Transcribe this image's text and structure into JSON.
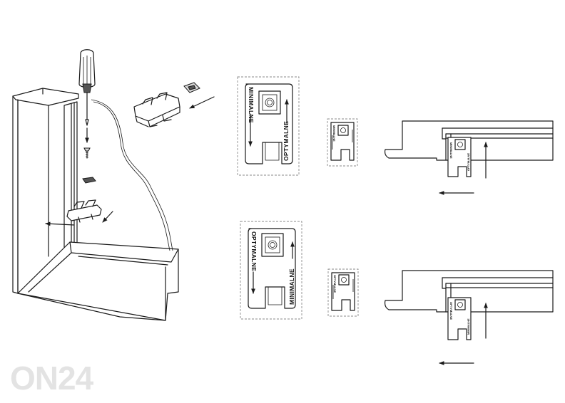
{
  "labels": {
    "clip_top_vertical": "MINIMALNE",
    "clip_top_side": "OPTYMALNE",
    "clip_bottom_vertical": "OPTYMALNE",
    "clip_bottom_side": "MINIMALNE"
  },
  "watermark": "ON24",
  "icons": [
    "screwdriver-icon",
    "arrow-icon"
  ]
}
